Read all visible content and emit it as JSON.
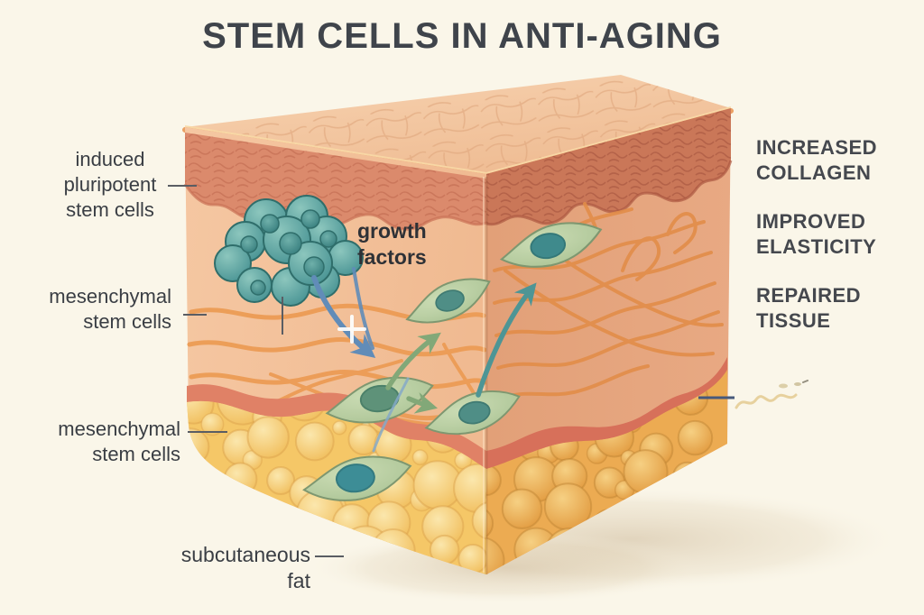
{
  "title": "STEM CELLS IN ANTI-AGING",
  "labels": {
    "induced": {
      "lines": [
        "induced",
        "pluripotent",
        "stem cells"
      ]
    },
    "mesenchymal_dermis": {
      "lines": [
        "mesenchymal",
        "stem cells"
      ]
    },
    "mesenchymal_fat": {
      "lines": [
        "mesenchymal",
        "stem cells"
      ]
    },
    "subcutaneous_fat": {
      "lines": [
        "subcutaneous",
        "fat"
      ]
    },
    "growth_factors": {
      "lines": [
        "growth",
        "factors"
      ]
    }
  },
  "benefits": [
    {
      "lines": [
        "INCREASED",
        "COLLAGEN"
      ]
    },
    {
      "lines": [
        "IMPROVED",
        "ELASTICITY"
      ]
    },
    {
      "lines": [
        "REPAIRED",
        "TISSUE"
      ]
    }
  ],
  "figure": {
    "type": "medical illustration",
    "subject": "3D cross-section block of skin",
    "elements": [
      "induced-pluripotent-stem-cell-cluster",
      "mesenchymal-stem-cells",
      "growth-factor-arrows",
      "collagen-fibers",
      "epidermis-layer",
      "dermis-layer",
      "subcutaneous-fat-layer"
    ]
  },
  "colors": {
    "background": "#FAF6E9",
    "title_text": "#3F444B",
    "label_text": "#3A3E44",
    "benefit_text": "#45484E",
    "epidermis_front": "#DB8A6C",
    "epidermis_side": "#CA7758",
    "dermis_front": "#F4C49F",
    "dermis_side": "#E5A47C",
    "dermis_band": "#E08166",
    "fat_front": "#F5C767",
    "fat_side": "#ECAB52",
    "collagen_fiber": "#EC9C55",
    "stem_cell_cluster_teal": "#4E9A99",
    "mesenchymal_cell_green": "#B9CEA2",
    "arrow_blue": "#618CB8",
    "arrow_green": "#82A878",
    "arrow_teal": "#4E9595",
    "leader_line": "#5A5D63"
  }
}
